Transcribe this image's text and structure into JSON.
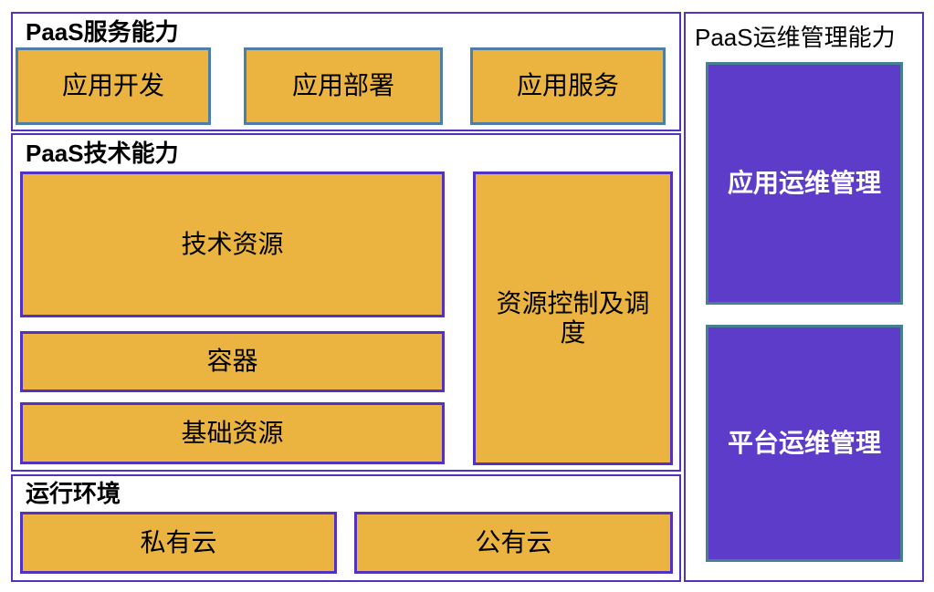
{
  "sections": {
    "service": {
      "title": "PaaS服务能力",
      "box1": "应用开发",
      "box2": "应用部署",
      "box3": "应用服务"
    },
    "tech": {
      "title": "PaaS技术能力",
      "box1": "技术资源",
      "box2": "容器",
      "box3": "基础资源",
      "box4": "资源控制及调度"
    },
    "runtime": {
      "title": "运行环境",
      "box1": "私有云",
      "box2": "公有云"
    },
    "ops": {
      "title": "PaaS运维管理能力",
      "box1": "应用运维管理",
      "box2": "平台运维管理"
    }
  },
  "colors": {
    "orange_fill": "#EBB440",
    "steel_border": "#4E7DA6",
    "purple_border": "#5233BF",
    "purple_fill": "#5C3CC8",
    "teal_border": "#47808F",
    "text_dark": "#000000",
    "text_light": "#FFFFFF"
  }
}
